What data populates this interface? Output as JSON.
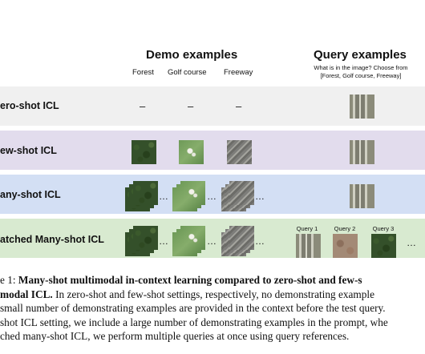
{
  "headers": {
    "demo": "Demo examples",
    "query": "Query examples",
    "columns": [
      "Forest",
      "Golf course",
      "Freeway"
    ],
    "query_prompt_line1": "What is in the image? Choose from",
    "query_prompt_line2": "[Forest, Golf course, Freeway]"
  },
  "rows": [
    {
      "label": "ero-shot ICL",
      "color": "#f0f0f0"
    },
    {
      "label": "ew-shot ICL",
      "color": "#e2dced"
    },
    {
      "label": "any-shot ICL",
      "color": "#d3dff4"
    },
    {
      "label": "atched Many-shot ICL",
      "color": "#d8ead0"
    }
  ],
  "zero_shot_dashes": [
    "–",
    "–",
    "–"
  ],
  "ellipsis": "…",
  "batched_queries": [
    "Query 1",
    "Query 2",
    "Query 3"
  ],
  "caption": {
    "line1_prefix": "e 1: ",
    "line1_bold": "Many-shot multimodal in-context learning compared to zero-shot and few-s",
    "line2_bold": "modal ICL.",
    "line2_rest": " In zero-shot and few-shot settings, respectively, no demonstrating example",
    "line3": "small number of demonstrating examples are provided in the context before the test query.",
    "line4": "shot ICL setting, we include a large number of demonstrating examples in the prompt, whe",
    "line5": "ched many-shot ICL, we perform multiple queries at once using query references."
  }
}
